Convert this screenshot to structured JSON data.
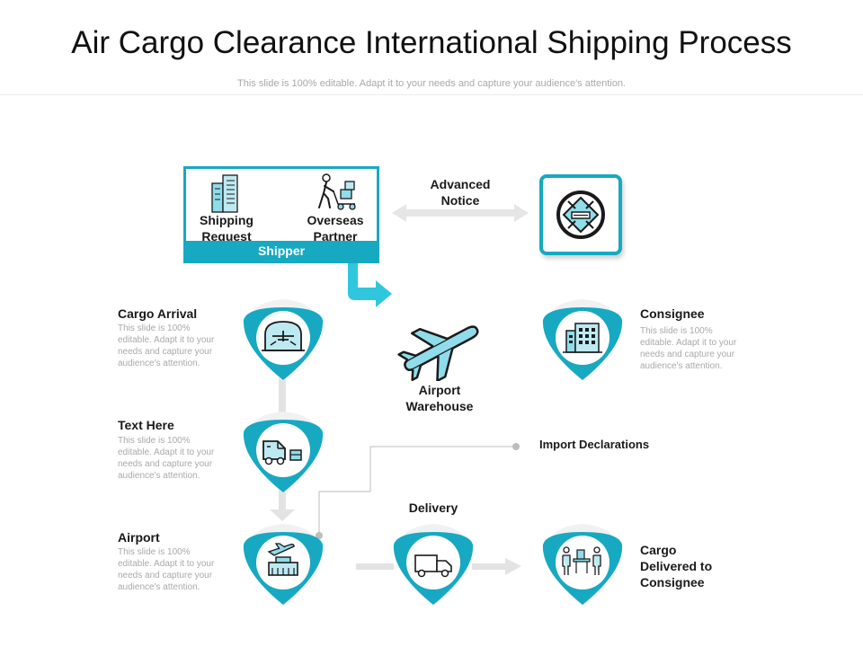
{
  "title": "Air Cargo Clearance International Shipping Process",
  "subtitle": "This slide is 100% editable. Adapt it to your needs and capture your audience's attention.",
  "colors": {
    "accent": "#17a9c1",
    "accent_dark": "#1592a6",
    "shadow": "#f0f1f3",
    "connector": "#e3e3e3",
    "line": "#b9b9b9"
  },
  "shipper": {
    "label": "Shipper",
    "items": [
      {
        "label_line1": "Shipping",
        "label_line2": "Request",
        "icon": "building-icon"
      },
      {
        "label_line1": "Overseas",
        "label_line2": "Partner",
        "icon": "worker-cart-icon"
      }
    ]
  },
  "advanced_notice": {
    "line1": "Advanced",
    "line2": "Notice"
  },
  "customs": {
    "icon": "customs-stamp-icon"
  },
  "airport_warehouse": {
    "line1": "Airport",
    "line2": "Warehouse",
    "icon": "airplane-icon"
  },
  "steps": {
    "cargo_arrival": {
      "title": "Cargo Arrival",
      "desc": [
        "This slide is 100%",
        "editable.  Adapt it to your",
        "needs and capture your",
        "audience's attention."
      ],
      "icon": "hangar-icon"
    },
    "text_here": {
      "title": "Text Here",
      "desc": [
        "This slide is 100%",
        "editable.  Adapt it to your",
        "needs and capture your",
        "audience's attention."
      ],
      "icon": "van-package-icon"
    },
    "airport": {
      "title": "Airport",
      "desc": [
        "This slide is 100%",
        "editable.  Adapt it to your",
        "needs and capture your",
        "audience's attention."
      ],
      "icon": "airport-icon"
    },
    "consignee": {
      "title": "Consignee",
      "desc": [
        "This slide is 100%",
        "editable.  Adapt it to your",
        "needs and capture your",
        "audience's attention."
      ],
      "icon": "office-building-icon"
    },
    "delivery": {
      "title": "Delivery",
      "icon": "truck-icon"
    },
    "delivered": {
      "title_line1": "Cargo",
      "title_line2": "Delivered to",
      "title_line3": "Consignee",
      "icon": "people-desk-icon"
    }
  },
  "import_declarations": "Import Declarations"
}
